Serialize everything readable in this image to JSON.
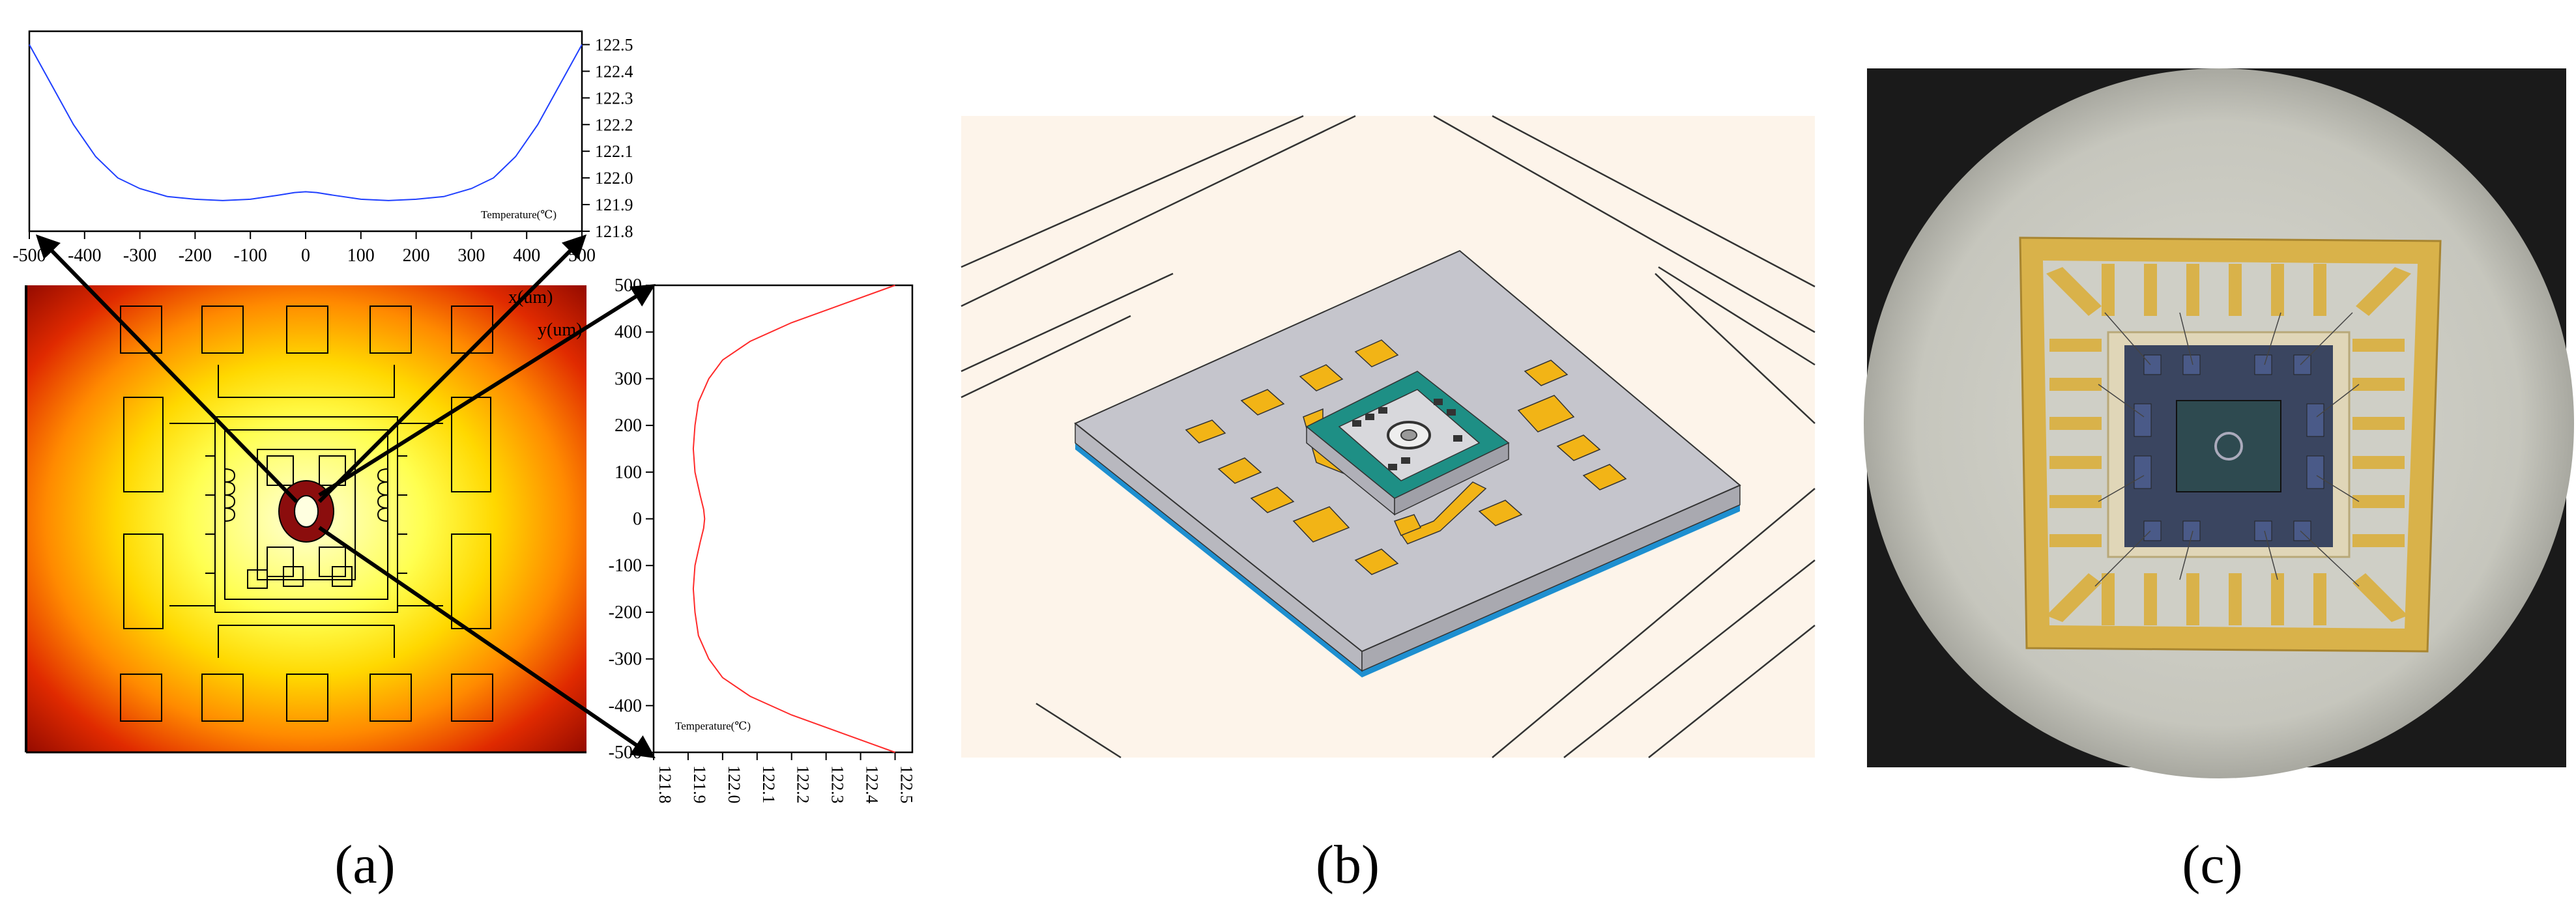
{
  "figure": {
    "panel_labels": [
      "(a)",
      "(b)",
      "(c)"
    ]
  },
  "chart_data": [
    {
      "type": "line",
      "panel": "(a)",
      "annotation": "Temperature(℃)",
      "xlabel": "",
      "ylabel": "",
      "xlim": [
        -500,
        500
      ],
      "ylim": [
        121.8,
        122.55
      ],
      "x_ticks": [
        -500,
        -400,
        -300,
        -200,
        -100,
        0,
        100,
        200,
        300,
        400,
        500
      ],
      "y_ticks": [
        121.8,
        121.9,
        122.0,
        122.1,
        122.2,
        122.3,
        122.4,
        122.5
      ],
      "series": [
        {
          "color": "#1f3fff",
          "x": [
            -500,
            -460,
            -420,
            -380,
            -340,
            -300,
            -250,
            -200,
            -150,
            -100,
            -50,
            -20,
            0,
            20,
            50,
            100,
            150,
            200,
            250,
            300,
            340,
            380,
            420,
            460,
            500
          ],
          "y": [
            122.5,
            122.35,
            122.2,
            122.08,
            122.0,
            121.96,
            121.93,
            121.92,
            121.915,
            121.92,
            121.935,
            121.945,
            121.948,
            121.945,
            121.935,
            121.92,
            121.915,
            121.92,
            121.93,
            121.96,
            122.0,
            122.08,
            122.2,
            122.35,
            122.5
          ]
        }
      ]
    },
    {
      "type": "line",
      "panel": "(a)",
      "annotation": "Temperature(℃)",
      "xlabel": "",
      "ylabel": "",
      "xlim": [
        121.8,
        122.55
      ],
      "ylim": [
        -500,
        500
      ],
      "x_ticks": [
        121.8,
        121.9,
        122.0,
        122.1,
        122.2,
        122.3,
        122.4,
        122.5
      ],
      "y_ticks": [
        -500,
        -400,
        -300,
        -200,
        -100,
        0,
        100,
        200,
        300,
        400,
        500
      ],
      "series": [
        {
          "color": "#ff2a2a",
          "x": [
            122.5,
            122.35,
            122.2,
            122.08,
            122.0,
            121.96,
            121.93,
            121.92,
            121.915,
            121.92,
            121.935,
            121.945,
            121.948,
            121.945,
            121.935,
            121.92,
            121.915,
            121.92,
            121.93,
            121.96,
            122.0,
            122.08,
            122.2,
            122.35,
            122.5
          ],
          "y": [
            500,
            460,
            420,
            380,
            340,
            300,
            250,
            200,
            150,
            100,
            50,
            20,
            0,
            -20,
            -50,
            -100,
            -150,
            -200,
            -250,
            -300,
            -340,
            -380,
            -420,
            -460,
            -500
          ]
        }
      ]
    }
  ],
  "heatmap": {
    "xlabel": "x(um)",
    "ylabel": "y(um)",
    "colors": [
      "#7a0000",
      "#c81400",
      "#ff6a00",
      "#ffc800",
      "#ffff40",
      "#ffffc8"
    ]
  },
  "model3d": {
    "plate_color": "#c5c5cc",
    "pad_color": "#f2b416",
    "chip_color": "#1e8f85",
    "blue_edge": "#1e8fd0",
    "bg_color": "#fdf4ea"
  },
  "photo": {
    "background": "#1a1a1a",
    "disc": "#cfcfc6",
    "gold": "#d9b24a",
    "die": "#3a4560"
  }
}
